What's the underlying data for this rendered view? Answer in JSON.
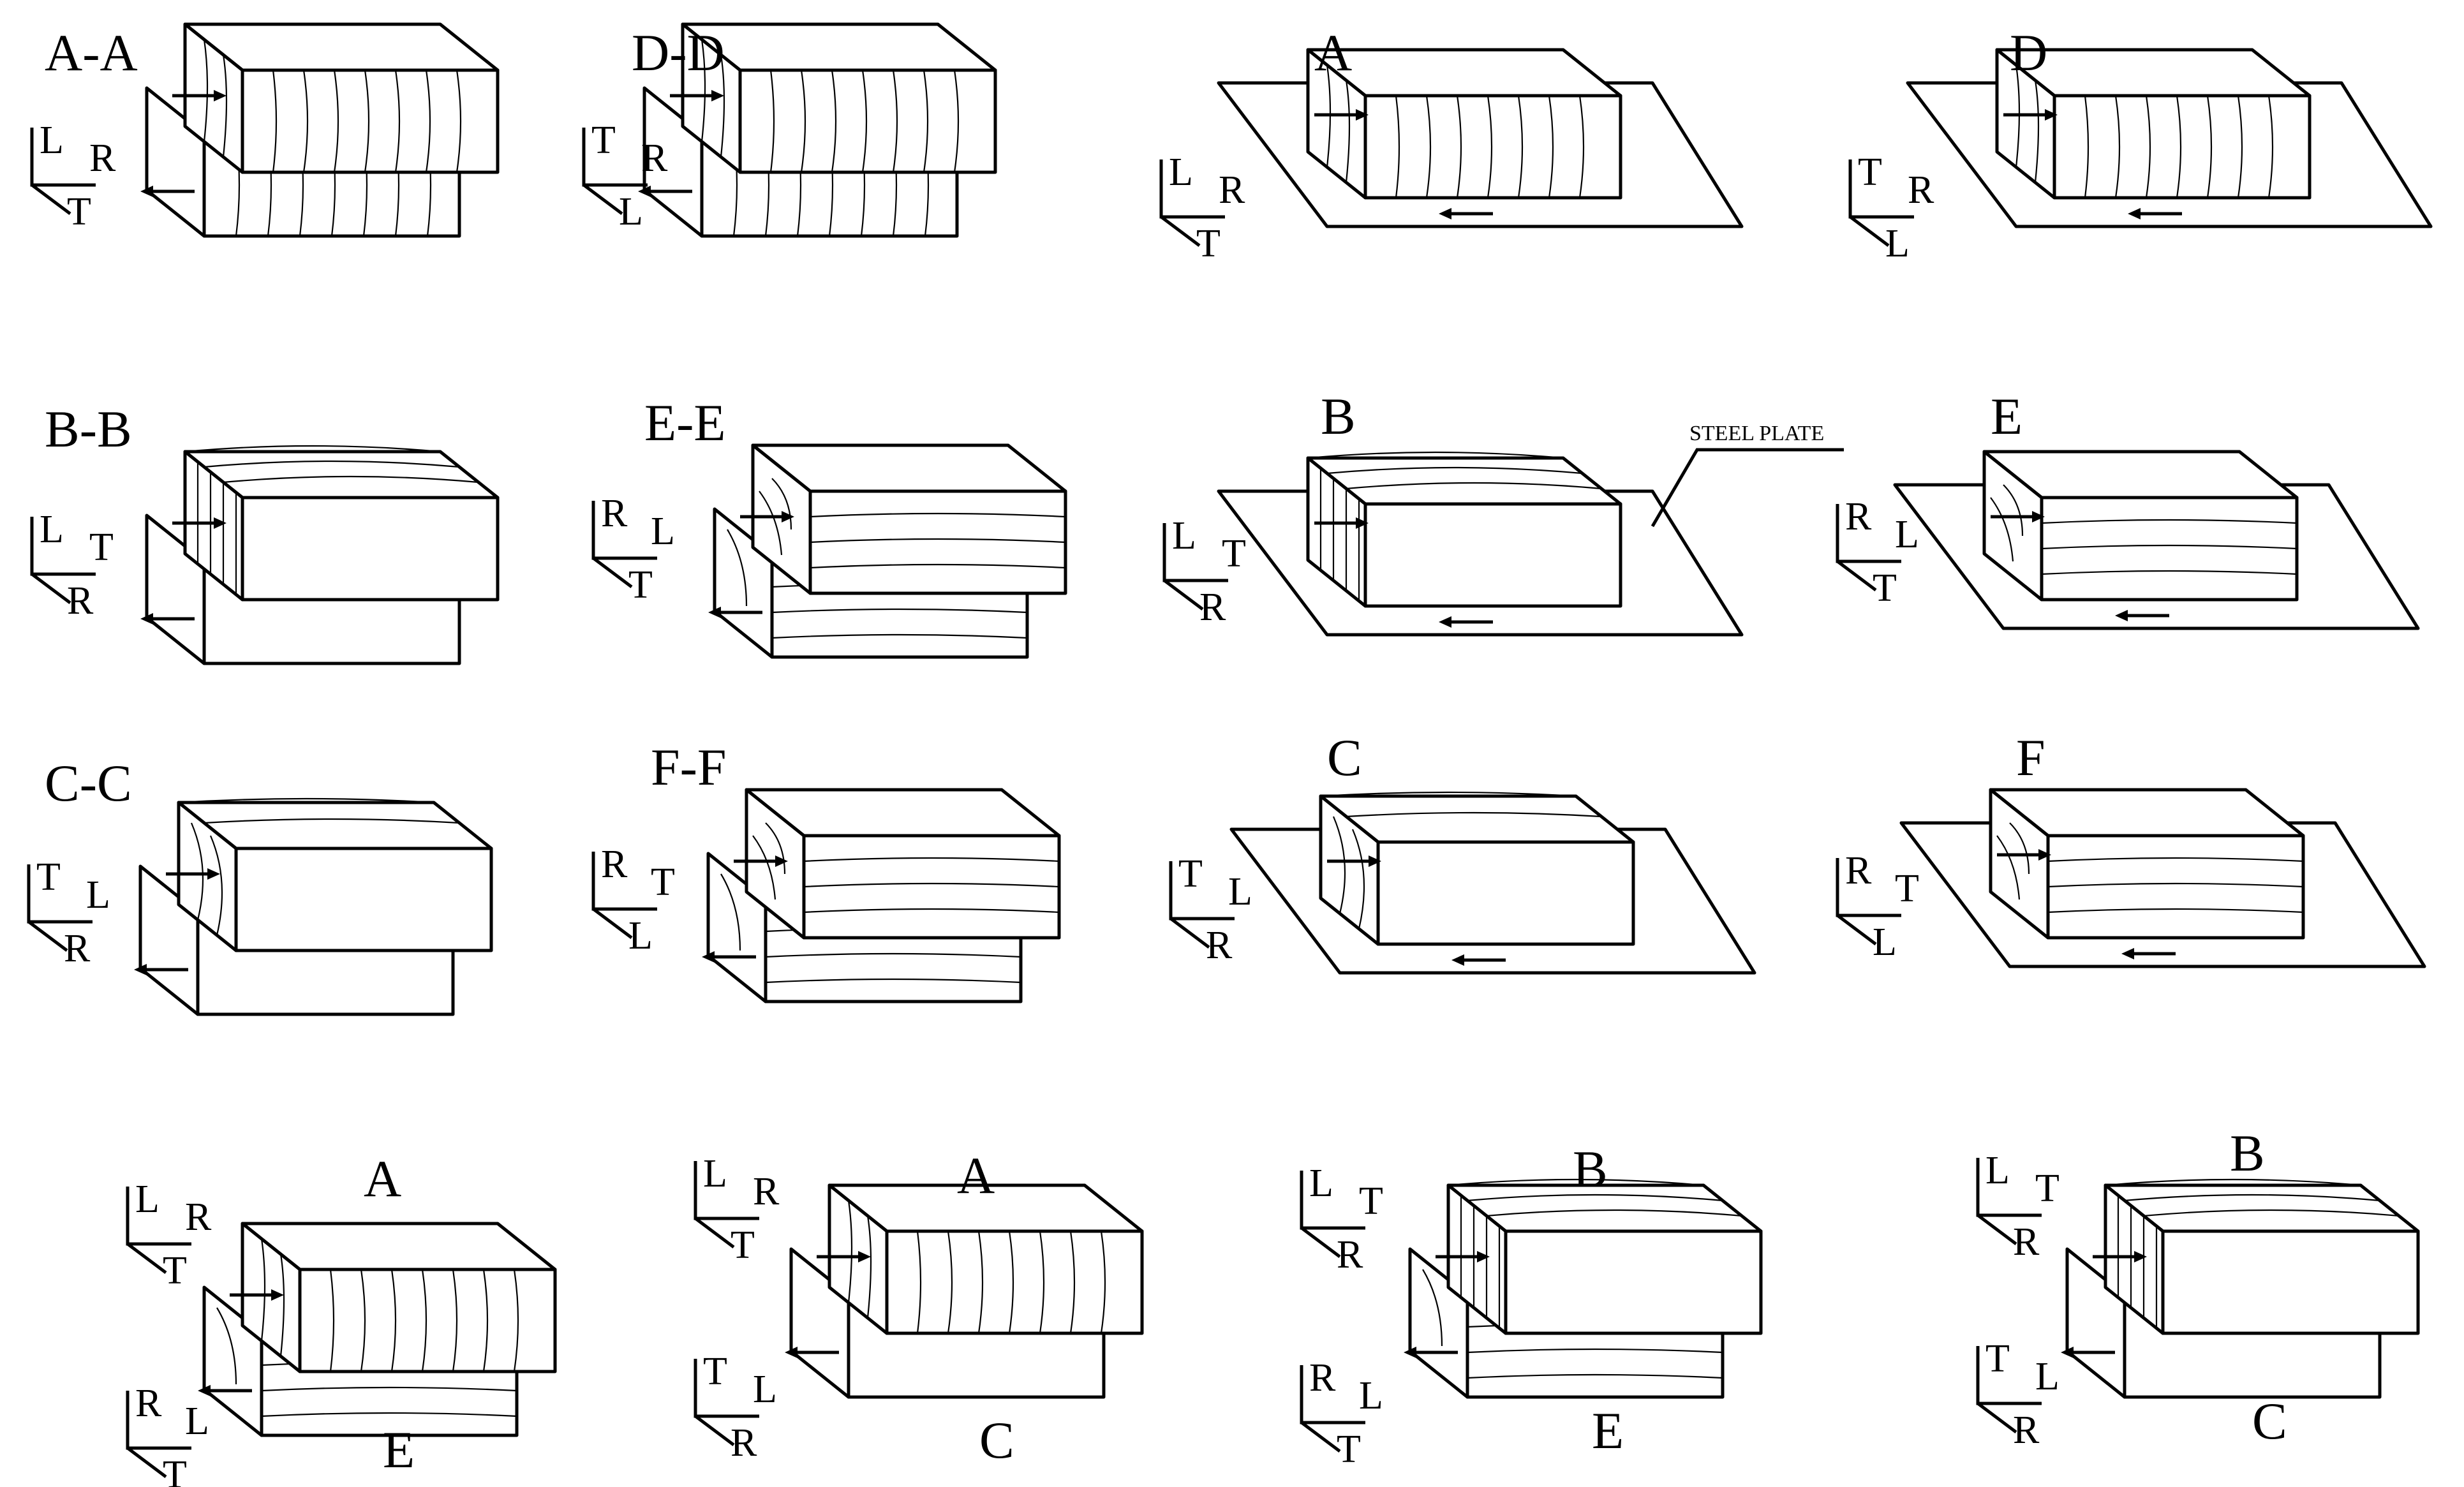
{
  "colors": {
    "ink": "#000000",
    "paper": "#ffffff"
  },
  "callout": {
    "text": "STEEL PLATE"
  },
  "panels": [
    {
      "id": "AA",
      "kind": "pair",
      "title": "A-A",
      "grain_top": "vertical",
      "grain_bottom": "vertical",
      "axes": [
        [
          "L",
          "R",
          "T"
        ]
      ]
    },
    {
      "id": "DD",
      "kind": "pair",
      "title": "D-D",
      "grain_top": "vertical",
      "grain_bottom": "vertical",
      "axes": [
        [
          "T",
          "R",
          "L"
        ]
      ]
    },
    {
      "id": "A",
      "kind": "plate",
      "title": "A",
      "grain_top": "vertical",
      "axes": [
        [
          "L",
          "R",
          "T"
        ]
      ]
    },
    {
      "id": "D",
      "kind": "plate",
      "title": "D",
      "grain_top": "vertical",
      "axes": [
        [
          "T",
          "R",
          "L"
        ]
      ]
    },
    {
      "id": "BB",
      "kind": "pair",
      "title": "B-B",
      "grain_top": "arcs",
      "grain_bottom": "none",
      "axes": [
        [
          "L",
          "T",
          "R"
        ]
      ]
    },
    {
      "id": "EE",
      "kind": "pair",
      "title": "E-E",
      "grain_top": "horizontal",
      "grain_bottom": "horizontal",
      "axes": [
        [
          "R",
          "L",
          "T"
        ]
      ]
    },
    {
      "id": "B",
      "kind": "plate",
      "title": "B",
      "grain_top": "arcs",
      "axes": [
        [
          "L",
          "T",
          "R"
        ]
      ]
    },
    {
      "id": "E",
      "kind": "plate",
      "title": "E",
      "grain_top": "horizontal",
      "axes": [
        [
          "R",
          "L",
          "T"
        ]
      ]
    },
    {
      "id": "CC",
      "kind": "pair",
      "title": "C-C",
      "grain_top": "diagonal",
      "grain_bottom": "none",
      "axes": [
        [
          "T",
          "L",
          "R"
        ]
      ]
    },
    {
      "id": "FF",
      "kind": "pair",
      "title": "F-F",
      "grain_top": "horizontal",
      "grain_bottom": "horizontal",
      "axes": [
        [
          "R",
          "T",
          "L"
        ]
      ]
    },
    {
      "id": "C",
      "kind": "plate",
      "title": "C",
      "grain_top": "diagonal",
      "axes": [
        [
          "T",
          "L",
          "R"
        ]
      ]
    },
    {
      "id": "F",
      "kind": "plate",
      "title": "F",
      "grain_top": "horizontal",
      "axes": [
        [
          "R",
          "T",
          "L"
        ]
      ]
    },
    {
      "id": "AE",
      "kind": "mixed",
      "title": "A",
      "subtitle": "E",
      "grain_top": "vertical",
      "grain_bottom": "horizontal",
      "axes": [
        [
          "L",
          "R",
          "T"
        ],
        [
          "R",
          "L",
          "T"
        ]
      ]
    },
    {
      "id": "AC",
      "kind": "mixed",
      "title": "A",
      "subtitle": "C",
      "grain_top": "vertical",
      "grain_bottom": "none",
      "axes": [
        [
          "L",
          "R",
          "T"
        ],
        [
          "T",
          "L",
          "R"
        ]
      ]
    },
    {
      "id": "BE",
      "kind": "mixed",
      "title": "B",
      "subtitle": "E",
      "grain_top": "arcs",
      "grain_bottom": "horizontal",
      "axes": [
        [
          "L",
          "T",
          "R"
        ],
        [
          "R",
          "L",
          "T"
        ]
      ]
    },
    {
      "id": "BC",
      "kind": "mixed",
      "title": "B",
      "subtitle": "C",
      "grain_top": "arcs",
      "grain_bottom": "none",
      "axes": [
        [
          "L",
          "T",
          "R"
        ],
        [
          "T",
          "L",
          "R"
        ]
      ]
    }
  ]
}
